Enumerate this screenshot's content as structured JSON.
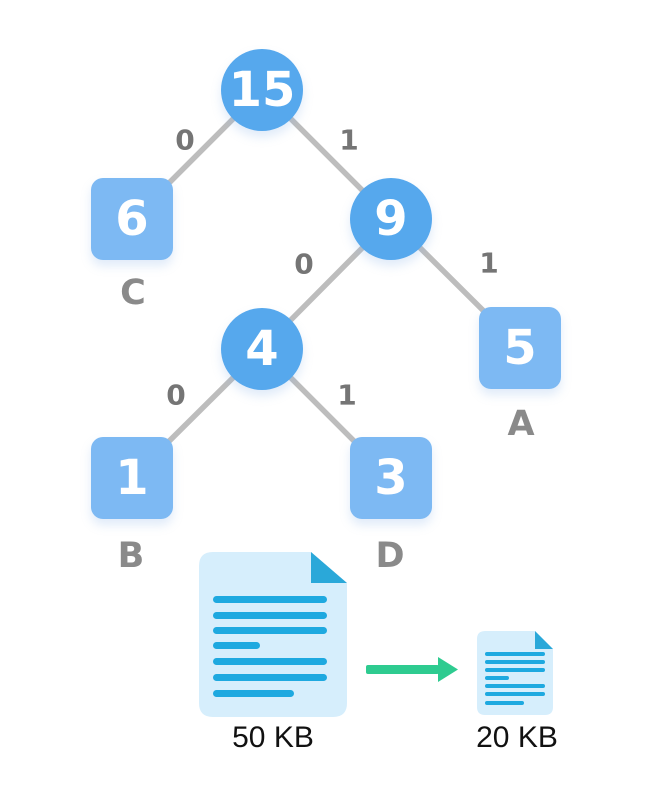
{
  "tree": {
    "internal_nodes": [
      {
        "id": "root",
        "value": "15"
      },
      {
        "id": "root-right",
        "value": "9"
      },
      {
        "id": "right-left",
        "value": "4"
      }
    ],
    "leaf_nodes": [
      {
        "value": "6",
        "letter": "C"
      },
      {
        "value": "5",
        "letter": "A"
      },
      {
        "value": "1",
        "letter": "B"
      },
      {
        "value": "3",
        "letter": "D"
      }
    ],
    "edges": [
      {
        "from": "15",
        "to": "6",
        "bit": "0"
      },
      {
        "from": "15",
        "to": "9",
        "bit": "1"
      },
      {
        "from": "9",
        "to": "4",
        "bit": "0"
      },
      {
        "from": "9",
        "to": "5",
        "bit": "1"
      },
      {
        "from": "4",
        "to": "1",
        "bit": "0"
      },
      {
        "from": "4",
        "to": "3",
        "bit": "1"
      }
    ]
  },
  "files": {
    "original": {
      "size_label": "50 KB"
    },
    "compressed": {
      "size_label": "20 KB"
    }
  },
  "icons": {
    "arrow": "arrow-right-icon",
    "original_doc": "document-icon-large",
    "compressed_doc": "document-icon-small"
  },
  "colors": {
    "internal_node": "#56a8ed",
    "leaf_node": "#7db9f3",
    "edge": "#bdbdbd",
    "edge_label": "#757575",
    "leaf_letter": "#8a8a8a",
    "doc_fill": "#d6eefc",
    "doc_fold": "#2aa8d9",
    "doc_line": "#1ea9e0",
    "arrow": "#2ecb90",
    "caption_text": "#111111"
  }
}
